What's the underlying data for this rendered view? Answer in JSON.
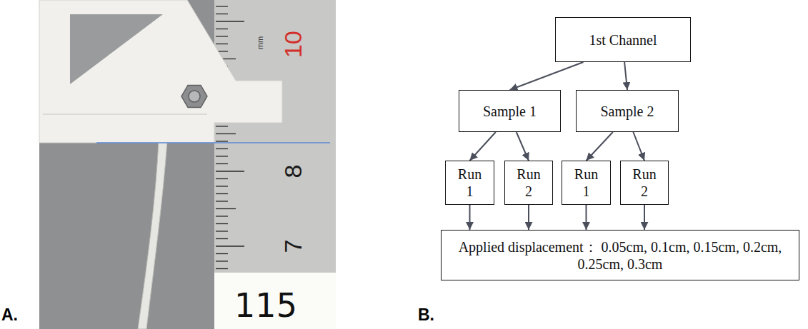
{
  "diagram": {
    "nodes": [
      {
        "text": [
          "1st Channel"
        ]
      },
      {
        "text": [
          "Sample 1"
        ]
      },
      {
        "text": [
          "Sample 2"
        ]
      },
      {
        "text": [
          "Run 1"
        ]
      },
      {
        "text": [
          "Run 2"
        ]
      },
      {
        "text": [
          "Run 1"
        ]
      },
      {
        "text": [
          "Run 2"
        ]
      },
      {
        "text": [
          "Applied displacement： 0.05cm, 0.1cm, 0.15cm, 0.2cm, 0.25cm, 0.3cm"
        ]
      }
    ],
    "edges": [
      {
        "from": 0,
        "to": 1,
        "arrow": "to"
      },
      {
        "from": 0,
        "to": 2,
        "arrow": "to"
      },
      {
        "from": 1,
        "to": 3,
        "arrow": "to"
      },
      {
        "from": 1,
        "to": 4,
        "arrow": "to"
      },
      {
        "from": 2,
        "to": 5,
        "arrow": "to"
      },
      {
        "from": 2,
        "to": 6,
        "arrow": "to"
      },
      {
        "from": 3,
        "to": 7,
        "arrow": "to"
      },
      {
        "from": 4,
        "to": 7,
        "arrow": "to"
      },
      {
        "from": 5,
        "to": 7,
        "arrow": "to"
      },
      {
        "from": 6,
        "to": 7,
        "arrow": "to"
      }
    ],
    "labels": [
      "A.",
      "B.",
      "mm",
      "10",
      "8",
      "7",
      "115"
    ]
  }
}
